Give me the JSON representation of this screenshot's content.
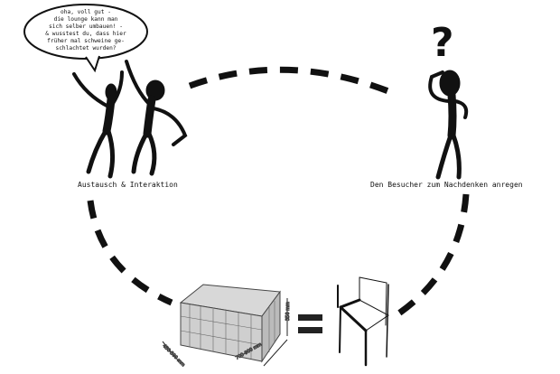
{
  "speech_bubble": {
    "lines": [
      "oha, voll gut -",
      "die lounge kann man",
      "sich selber umbauen! -",
      "& wusstest du, dass hier",
      "früher mal schweine ge-",
      "schlachtet wurden?"
    ]
  },
  "labels": {
    "left": "Austausch & Interaktion",
    "right": "Den Besucher zum Nachdenken anregen"
  },
  "hay_bale": {
    "height_dim": "350 mm",
    "length_dim": "700-900 mm",
    "width_dim": "450-500 mm"
  },
  "equals": "=",
  "question_mark": "?"
}
